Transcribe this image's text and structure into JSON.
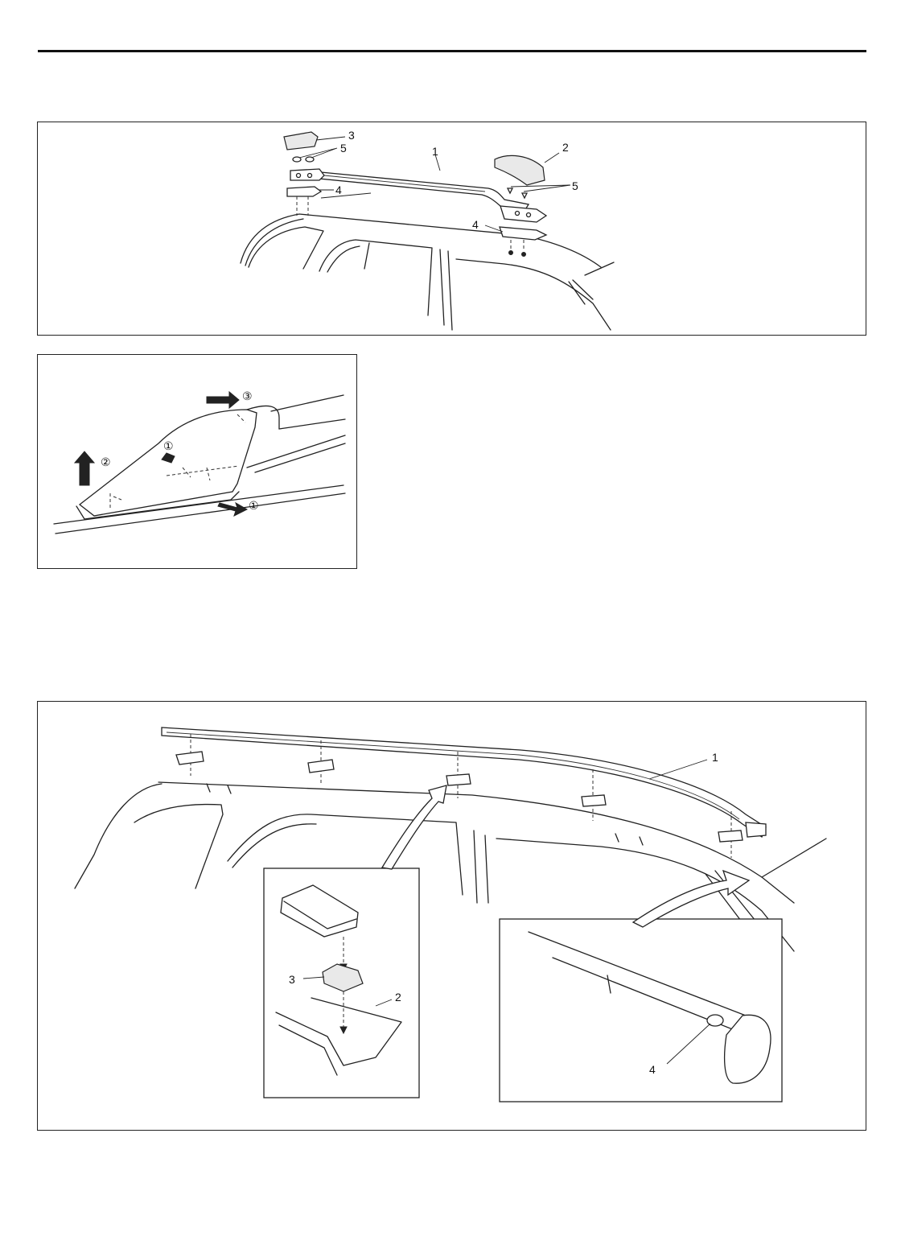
{
  "figures": [
    {
      "id": "roof-rail-exploded",
      "callouts": [
        "1",
        "2",
        "3",
        "4",
        "4",
        "5",
        "5"
      ]
    },
    {
      "id": "cover-removal",
      "callouts": [
        "①",
        "①",
        "②",
        "③"
      ]
    },
    {
      "id": "roof-molding-installation",
      "callouts": [
        "1",
        "2",
        "3",
        "4"
      ]
    }
  ]
}
